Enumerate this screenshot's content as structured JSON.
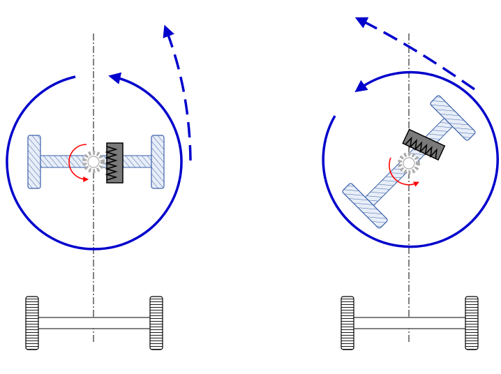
{
  "colors": {
    "background": "#ffffff",
    "rotation_circle": "#0000cc",
    "trajectory_arrow": "#0000cc",
    "wheel_hatch": "#3a5fa8",
    "axle_hatch": "#3a5fa8",
    "wheel_fill": "#e8eef8",
    "rack_fill": "#7a7a7a",
    "pinion_stroke": "#aaaaaa",
    "turn_arrow": "#ff0000",
    "centerline": "#000000",
    "bottom_wheel_stroke": "#000000"
  },
  "panels": [
    {
      "id": "left",
      "state": "straight",
      "axle_rotation_deg": 0
    },
    {
      "id": "right",
      "state": "steered",
      "axle_rotation_deg": -45
    }
  ],
  "icons": {
    "rotation": "circular-arrow-icon",
    "trajectory": "dashed-arrow-icon",
    "pinion": "gear-icon",
    "rack": "rack-icon",
    "turn": "red-curved-arrow-icon"
  }
}
